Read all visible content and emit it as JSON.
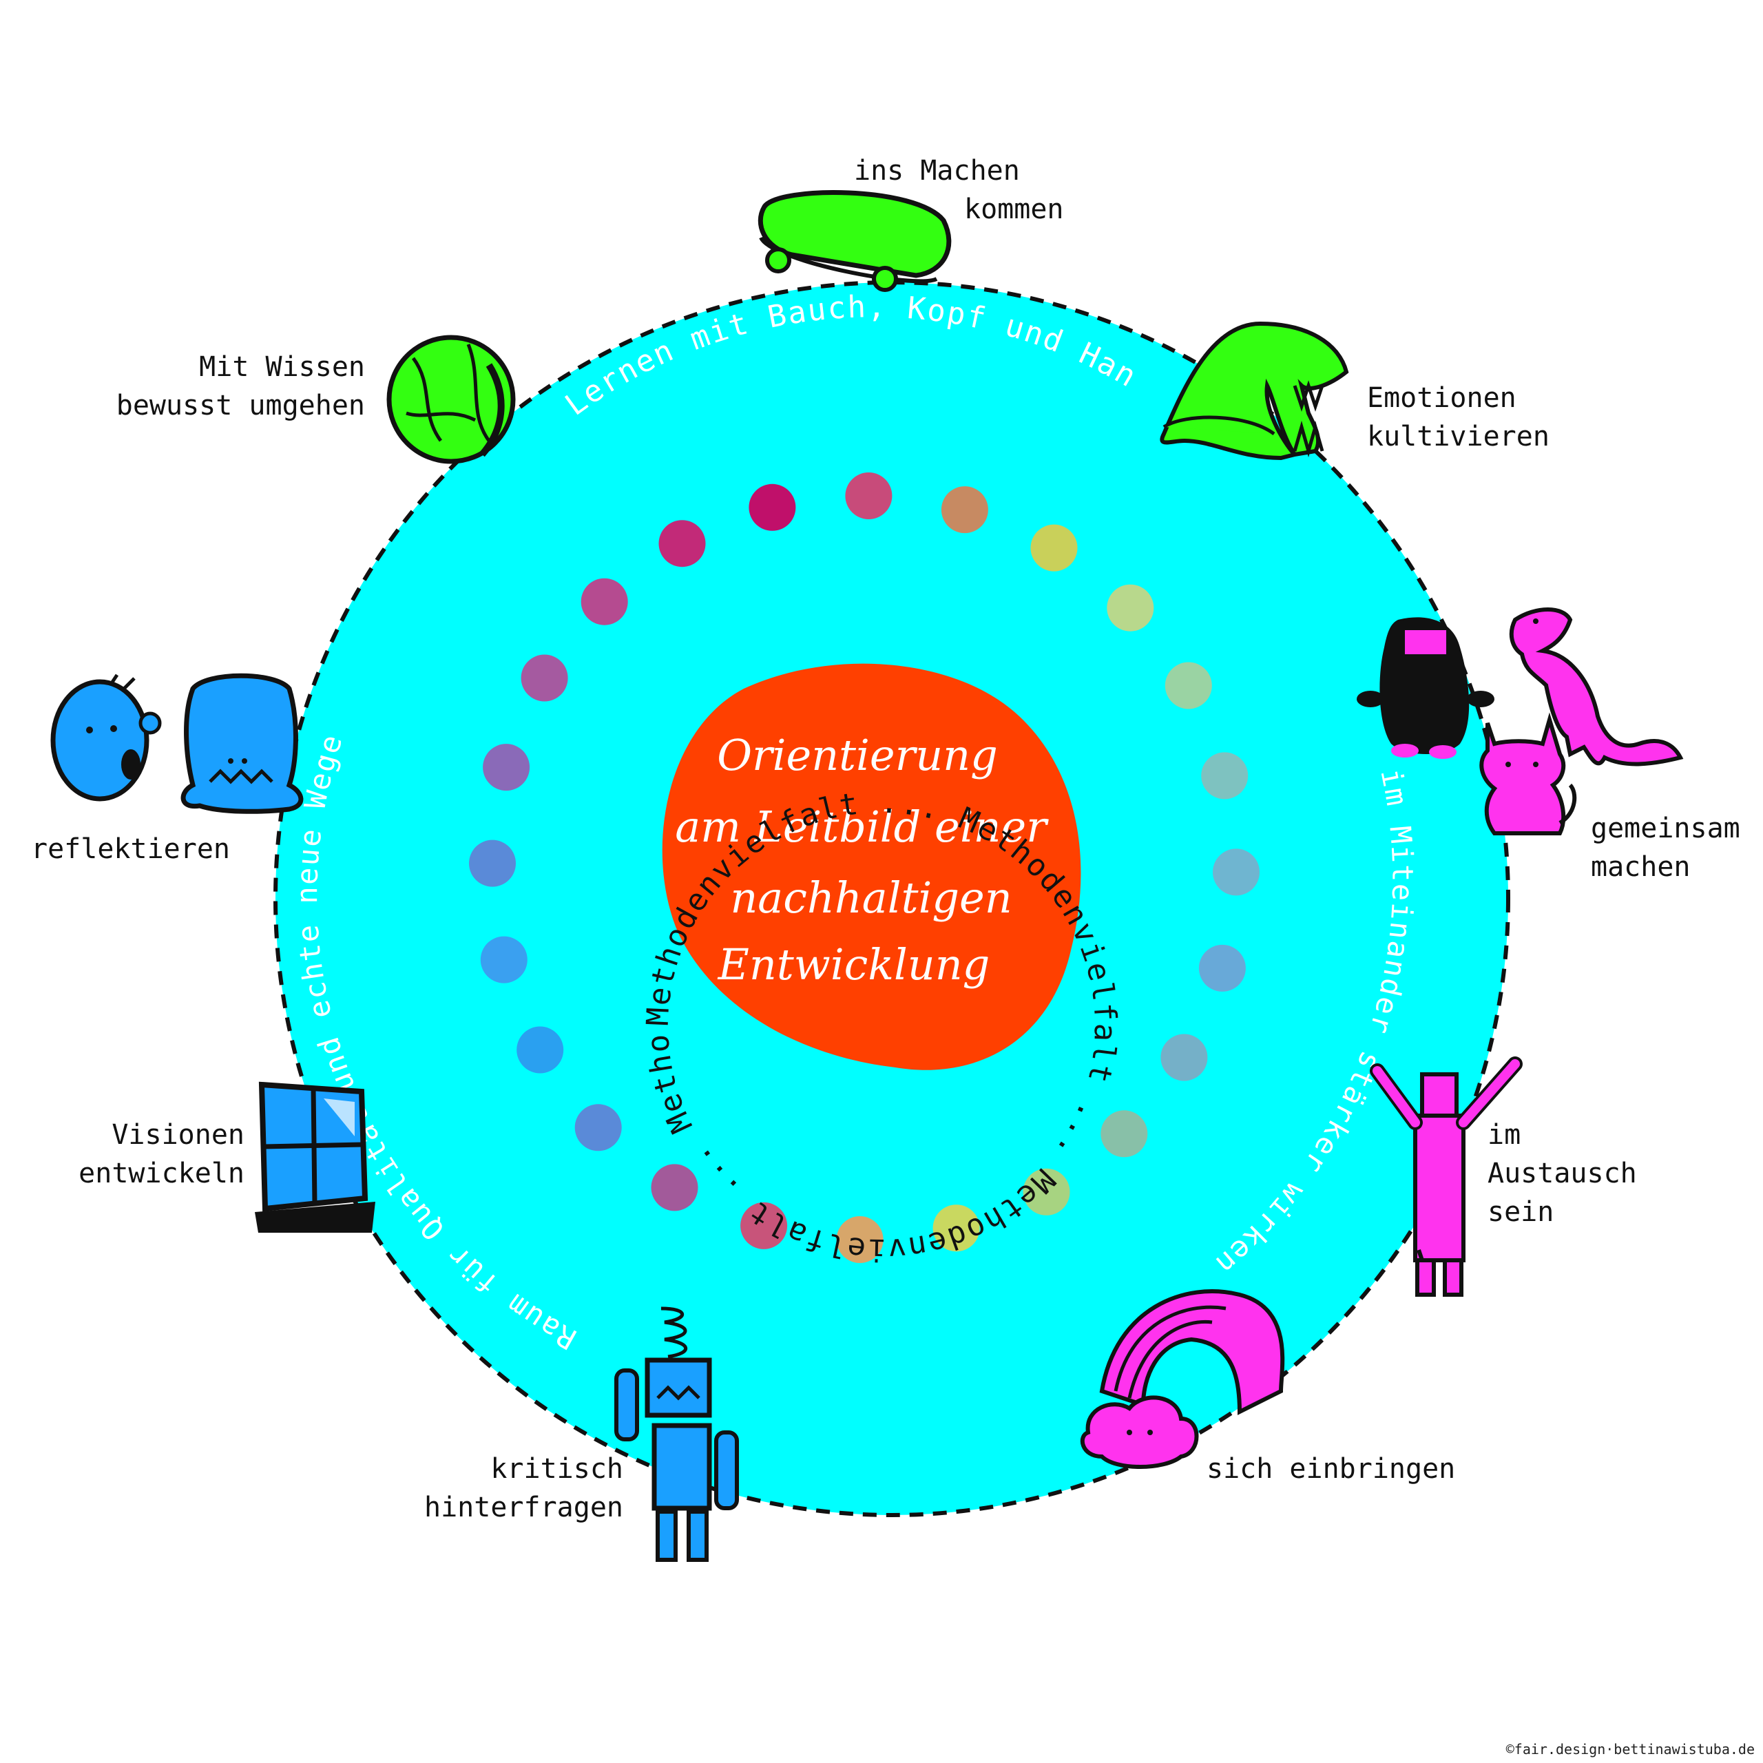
{
  "center": {
    "lines": [
      "Orientierung",
      "am Leitbild einer",
      "nachhaltigen",
      "Entwicklung"
    ]
  },
  "inner_ring_text": "Methodenvielfalt ... Methodenvielfalt ... Methodenvielfalt ... Methodenvielfalt ...",
  "outer_ring": {
    "top": "Lernen mit Bauch, Kopf und Hand",
    "right": "im Miteinander stärker wirken",
    "left": "Raum für Qualität und echte neue Wege"
  },
  "labels": {
    "machen": [
      "ins Machen",
      "kommen"
    ],
    "emotionen": [
      "Emotionen",
      "kultivieren"
    ],
    "gemeinsam": [
      "gemeinsam",
      "machen"
    ],
    "austausch": [
      "im",
      "Austausch",
      "sein"
    ],
    "einbringen": [
      "sich einbringen"
    ],
    "kritisch": [
      "kritisch",
      "hinterfragen"
    ],
    "visionen": [
      "Visionen",
      "entwickeln"
    ],
    "reflektieren": [
      "reflektieren"
    ],
    "wissen": [
      "Mit Wissen",
      "bewusst umgehen"
    ]
  },
  "credit": "©fair.design·bettinawistuba.de",
  "colors": {
    "circle": "#00ffff",
    "center": "#ff4000",
    "green": "#33ff11",
    "blue": "#1aa0ff",
    "magenta": "#ff33ee"
  }
}
